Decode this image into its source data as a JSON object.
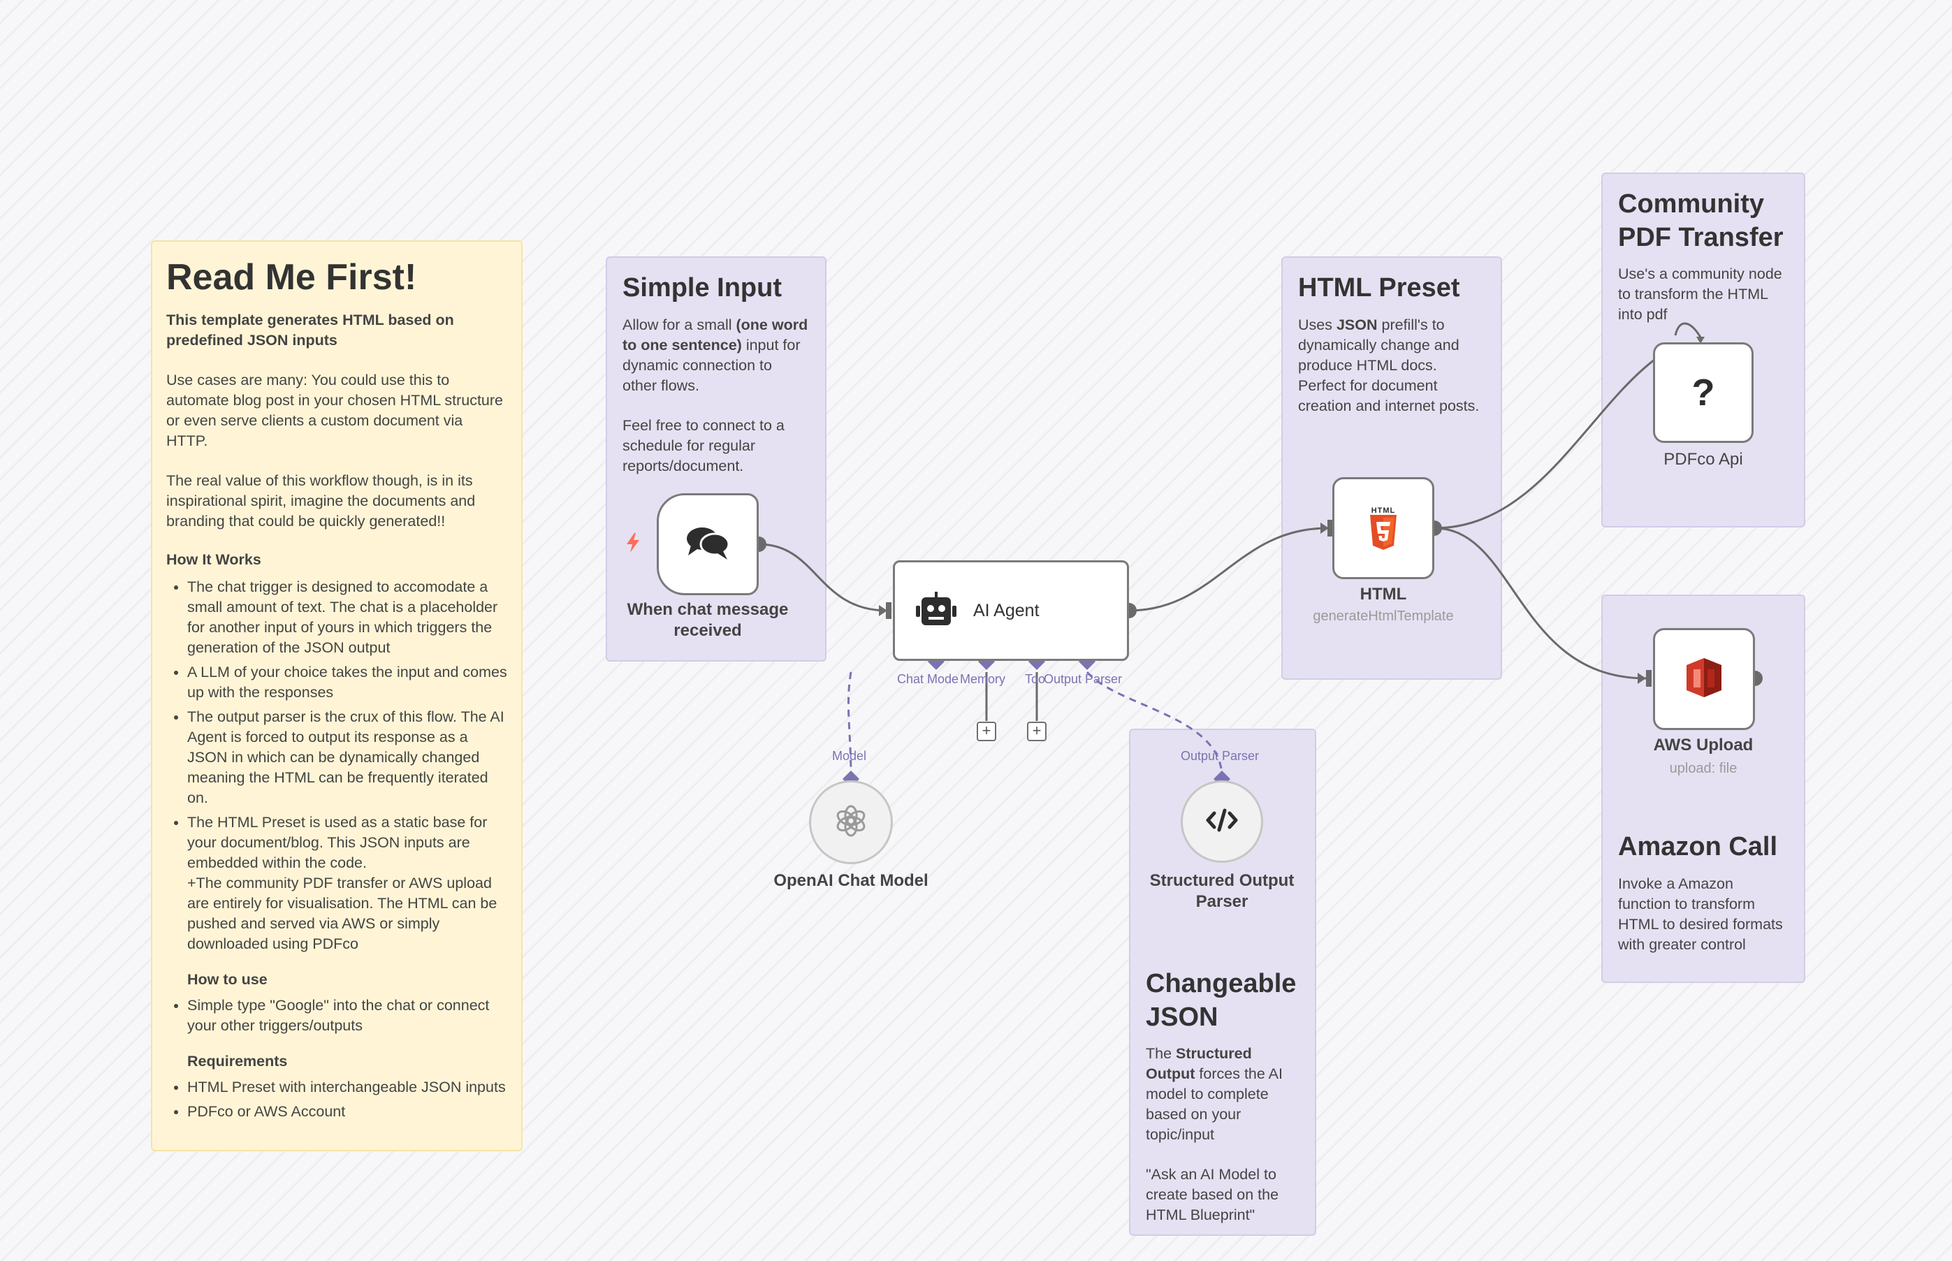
{
  "readme": {
    "title": "Read Me First!",
    "intro": "This template generates HTML based on predefined JSON inputs",
    "use_cases": "Use cases are many: You could use this to automate blog post in your chosen HTML structure or even serve clients a custom document via HTTP.",
    "value": "The real value of this workflow though, is in its inspirational spirit, imagine the documents and branding that could be quickly generated!!",
    "how_it_works_title": "How It Works",
    "how_it_works": [
      "The chat trigger is designed to accomodate a small amount of text. The chat is a placeholder for another input of yours in which triggers the generation of the JSON output",
      "A LLM of your choice takes the input and comes up with the responses",
      "The output parser is the crux of this flow. The AI Agent is forced to output its response as a JSON in which can be dynamically changed meaning the HTML can be frequently iterated on.",
      "The HTML Preset is used as a static base for your document/blog. This JSON inputs are embedded within the code.\n+The community PDF transfer or AWS upload are entirely for visualisation. The HTML can be pushed and served via AWS or simply downloaded using PDFco"
    ],
    "how_to_use_title": "How to use",
    "how_to_use": [
      "Simple type \"Google\" into the chat or connect your other triggers/outputs"
    ],
    "requirements_title": "Requirements",
    "requirements": [
      "HTML Preset with interchangeable JSON inputs",
      "PDFco or AWS Account"
    ]
  },
  "simple_input_note": {
    "title": "Simple Input",
    "line1_pre": "Allow for a small ",
    "line1_bold": "(one word to one sentence)",
    "line1_post": " input for dynamic connection to other flows.",
    "line2": "Feel free to connect to a schedule for regular reports/document."
  },
  "html_preset_note": {
    "title": "HTML Preset",
    "pre": "Uses ",
    "bold": "JSON",
    "post": " prefill's to dynamically change and produce HTML docs. Perfect for document creation and internet posts."
  },
  "pdf_transfer_note": {
    "title": "Community PDF Transfer",
    "text": "Use's a community node to transform the HTML into pdf"
  },
  "amazon_note": {
    "title": "Amazon Call",
    "text": "Invoke a Amazon function to transform HTML to desired formats with greater control"
  },
  "json_note": {
    "title": "Changeable JSON",
    "pre": "The ",
    "bold": "Structured Output",
    "post": " forces the AI model to complete based on your topic/input",
    "quote": "\"Ask an AI Model to create based on the HTML Blueprint\""
  },
  "nodes": {
    "chat_trigger": {
      "label": "When chat message received",
      "icon": "chat-bubbles-icon",
      "trigger_icon": "lightning-icon"
    },
    "ai_agent": {
      "label": "AI Agent",
      "icon": "robot-icon",
      "ports": [
        "Chat Model",
        "Memory",
        "Tool",
        "Output Parser"
      ],
      "port_labels_display": [
        "Chat Mode",
        "Memory",
        "Too",
        "Output Parser"
      ]
    },
    "openai": {
      "label": "OpenAI Chat Model",
      "port": "Model",
      "icon": "openai-icon"
    },
    "parser": {
      "label": "Structured Output Parser",
      "port": "Output Parser",
      "icon": "code-icon"
    },
    "html": {
      "label": "HTML",
      "sub": "generateHtmlTemplate",
      "icon": "html5-icon",
      "badge": "HTML"
    },
    "pdfco": {
      "label": "PDFco Api",
      "icon": "question-icon",
      "glyph": "?"
    },
    "aws": {
      "label": "AWS Upload",
      "sub": "upload: file",
      "icon": "aws-s3-icon"
    }
  },
  "plus": "+",
  "colors": {
    "sticky_yellow": "#fff5d6",
    "sticky_purple": "#e5e1f2",
    "port": "#7a73b3",
    "html_orange": "#e44d26",
    "aws_red": "#d13a2a",
    "trigger": "#ff6d5a"
  }
}
